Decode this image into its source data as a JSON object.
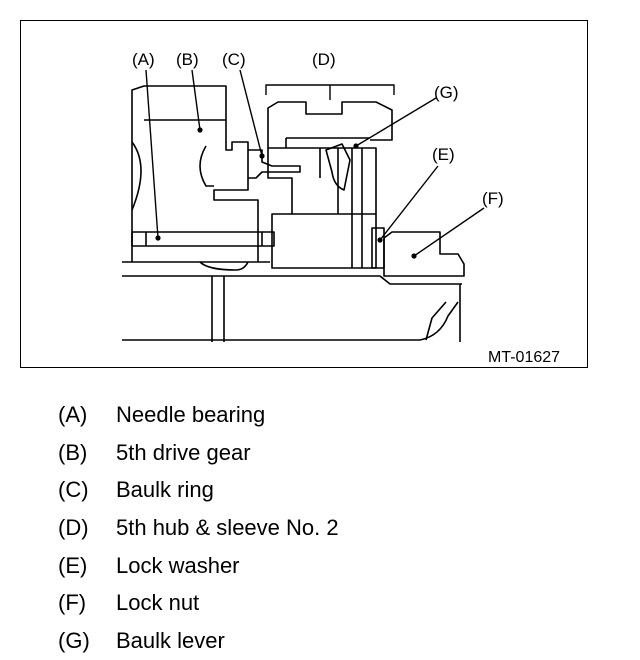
{
  "figure": {
    "id": "MT-01627",
    "callouts": [
      "(A)",
      "(B)",
      "(C)",
      "(D)",
      "(E)",
      "(F)",
      "(G)"
    ]
  },
  "legend": [
    {
      "key": "(A)",
      "name": "Needle bearing"
    },
    {
      "key": "(B)",
      "name": "5th drive gear"
    },
    {
      "key": "(C)",
      "name": "Baulk ring"
    },
    {
      "key": "(D)",
      "name": "5th hub & sleeve No. 2"
    },
    {
      "key": "(E)",
      "name": "Lock washer"
    },
    {
      "key": "(F)",
      "name": "Lock nut"
    },
    {
      "key": "(G)",
      "name": "Baulk lever"
    }
  ]
}
